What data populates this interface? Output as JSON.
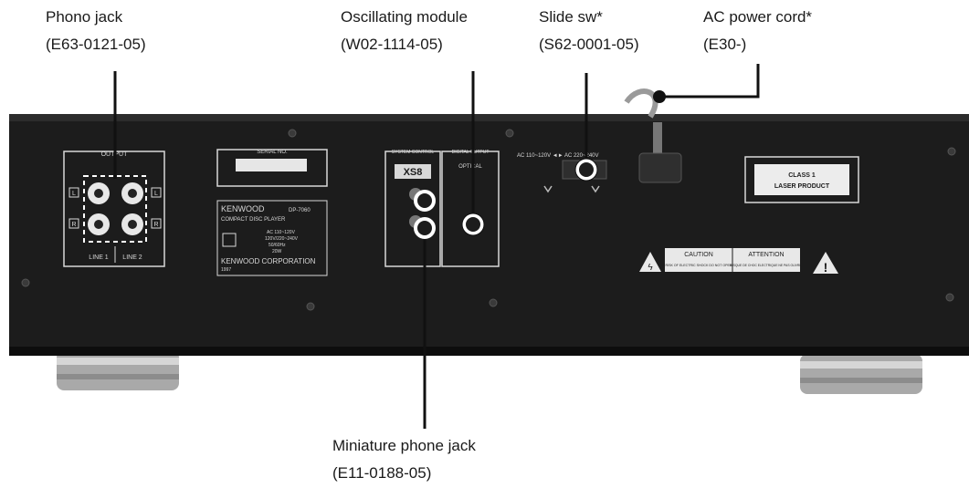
{
  "callouts": [
    {
      "id": "phono-jack",
      "name": "Phono jack",
      "part": "(E63-0121-05)"
    },
    {
      "id": "oscillating-module",
      "name": "Oscillating module",
      "part": "(W02-1114-05)"
    },
    {
      "id": "slide-switch",
      "name": "Slide sw*",
      "part": "(S62-0001-05)"
    },
    {
      "id": "ac-power-cord",
      "name": "AC power cord*",
      "part": "(E30-)"
    },
    {
      "id": "miniature-phone-jack",
      "name": "Miniature phone jack",
      "part": "(E11-0188-05)"
    }
  ],
  "panel": {
    "output_label": "OUTPUT",
    "line1": "LINE 1",
    "line2": "LINE 2",
    "ch_l": "L",
    "ch_r": "R",
    "serial_label": "SERIAL NO.",
    "brand": "KENWOOD",
    "model": "DP-7060",
    "product": "COMPACT DISC PLAYER",
    "ac_rating": "AC 110~120V",
    "ac_rating2": "120V/220~240V",
    "freq": "50/60Hz",
    "watts": "20W",
    "corporation": "KENWOOD CORPORATION",
    "year": "1997",
    "system_control": "SYSTEM CONTROL",
    "xs_logo": "XS8",
    "digital_output": "DIGITAL OUTPUT",
    "optical": "OPTICAL",
    "voltage_label": "AC 110~120V ◄► AC 220~240V",
    "laser_line1": "CLASS 1",
    "laser_line2": "LASER PRODUCT",
    "caution": "CAUTION",
    "attention": "ATTENTION",
    "caution_text": "RISK OF ELECTRIC SHOCK DO NOT OPEN",
    "attention_text": "RISQUE DE CHOC ELECTRIQUE NE PAS OUVRIR"
  },
  "colors": {
    "panel": "#1c1c1c",
    "panel_edge": "#0d0d0d",
    "print": "#d8d8d8",
    "foot": "#b9b9b9",
    "leader": "#111111"
  }
}
